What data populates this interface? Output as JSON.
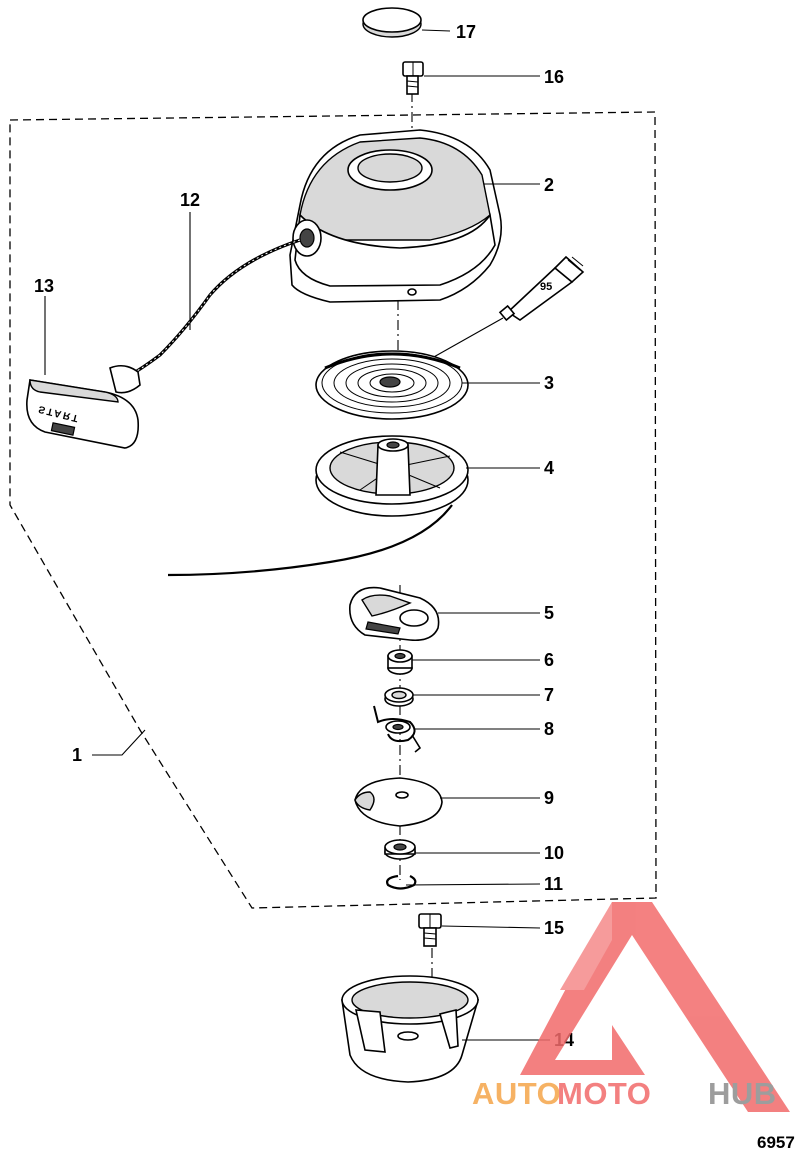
{
  "diagram": {
    "figure_number": "6957",
    "callouts": {
      "c1": "1",
      "c2": "2",
      "c3": "3",
      "c4": "4",
      "c5": "5",
      "c6": "6",
      "c7": "7",
      "c8": "8",
      "c9": "9",
      "c10": "10",
      "c11": "11",
      "c12": "12",
      "c13": "13",
      "c14": "14",
      "c15": "15",
      "c16": "16",
      "c17": "17"
    },
    "lubricant_tube_label": "95",
    "handle_label": "START"
  },
  "watermark": {
    "word_part1": "AUTO",
    "word_part2": "MOTO",
    "word_part3": "HUB",
    "colors": {
      "orange": "#f5a54a",
      "red": "#f26b6b",
      "gray": "#8c8c8c"
    }
  }
}
